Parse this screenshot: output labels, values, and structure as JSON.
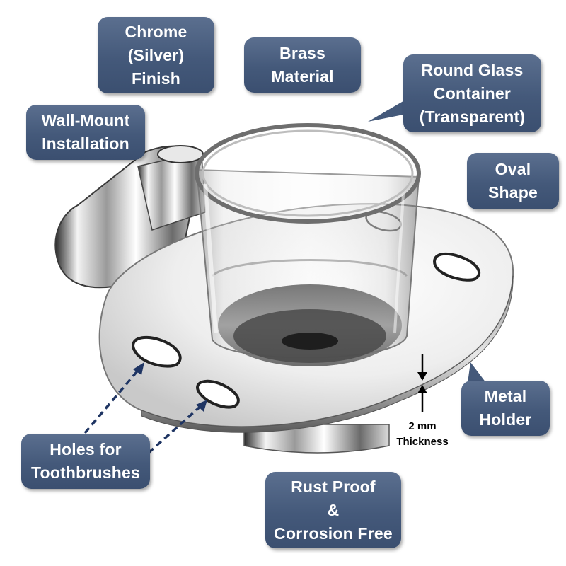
{
  "labels": {
    "chrome": [
      "Chrome",
      "(Silver)",
      "Finish"
    ],
    "brass": [
      "Brass",
      "Material"
    ],
    "glass": [
      "Round Glass",
      "Container",
      "(Transparent)"
    ],
    "wall_mount": [
      "Wall-Mount",
      "Installation"
    ],
    "oval": [
      "Oval",
      "Shape"
    ],
    "metal": [
      "Metal",
      "Holder"
    ],
    "holes": [
      "Holes for",
      "Toothbrushes"
    ],
    "rust": [
      "Rust Proof",
      "&",
      "Corrosion Free"
    ]
  },
  "thickness": [
    "2 mm",
    "Thickness"
  ],
  "colors": {
    "label_bg": "#44597a",
    "label_text": "#ffffff",
    "arrow_dashed": "#1f3563"
  }
}
